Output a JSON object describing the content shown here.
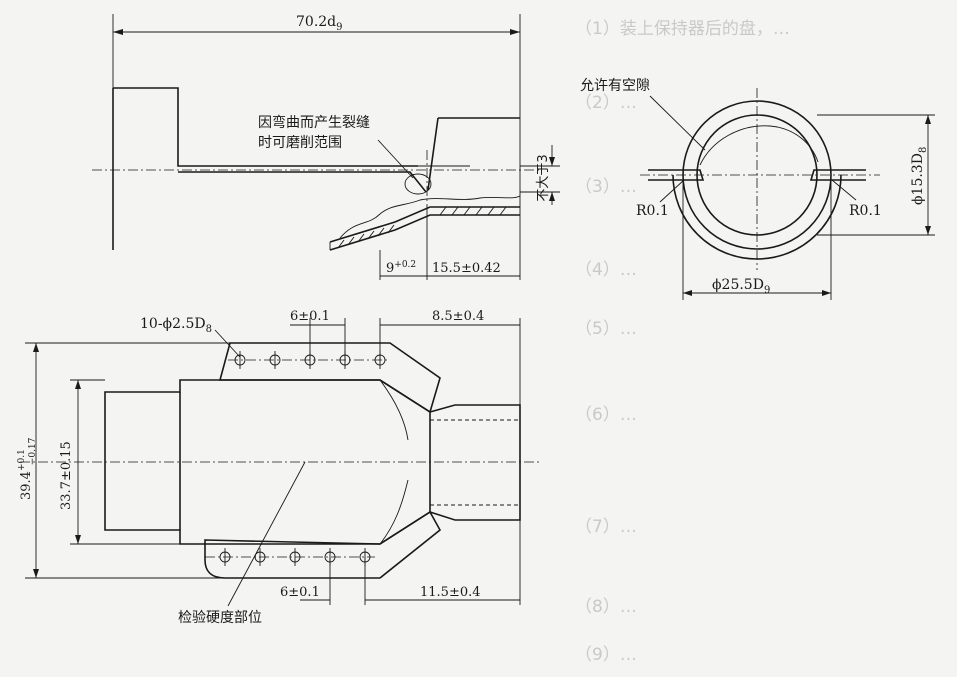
{
  "top_view": {
    "overall_length": "70.2d",
    "overall_length_sub": "9",
    "note_grinding_line1": "因弯曲而产生裂缝",
    "note_grinding_line2": "时可磨削范围",
    "note_max": "不大于3",
    "dim_left_bottom": "9",
    "dim_left_bottom_tol": "+0.2",
    "dim_right_bottom": "15.5±0.42"
  },
  "end_view": {
    "note_gap": "允许有空隙",
    "radius_left": "R0.1",
    "radius_right": "R0.1",
    "inner_dia": "ϕ15.3D",
    "inner_dia_sub": "8",
    "outer_dia": "ϕ25.5D",
    "outer_dia_sub": "9"
  },
  "bottom_view": {
    "holes_label": "10-ϕ2.5D",
    "holes_label_sub": "8",
    "pitch_top": "6±0.1",
    "offset_top": "8.5±0.4",
    "pitch_bottom": "6±0.1",
    "offset_bottom": "11.5±0.4",
    "height_inner": "33.7±0.15",
    "height_outer": "39.4",
    "height_outer_tol_upper": "+0.1",
    "height_outer_tol_lower": "−0.17",
    "note_hardness": "检验硬度部位"
  },
  "background_text": [
    "（1）装上保持器后的盘，…",
    "（2）…",
    "（3）…",
    "（4）…",
    "（5）…",
    "（6）…",
    "（7）…",
    "（8）…",
    "（9）…"
  ]
}
